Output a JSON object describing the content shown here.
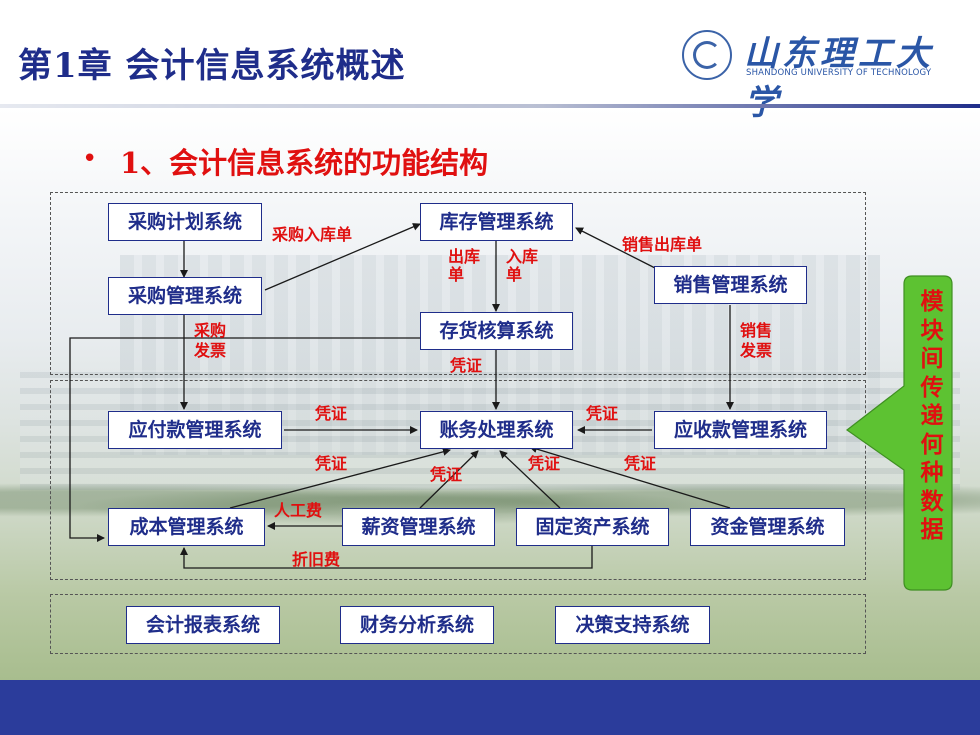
{
  "header": {
    "title": "第1章  会计信息系统概述",
    "logo_cn": "山东理工大学",
    "logo_en": "SHANDONG UNIVERSITY OF TECHNOLOGY"
  },
  "subtitle": {
    "bullet": "•",
    "text": "1、会计信息系统的功能结构"
  },
  "systems": {
    "purchase_plan": "采购计划系统",
    "inventory_mgmt": "库存管理系统",
    "purchase_mgmt": "采购管理系统",
    "sales_mgmt": "销售管理系统",
    "inventory_accounting": "存货核算系统",
    "payables": "应付款管理系统",
    "ledger": "账务处理系统",
    "receivables": "应收款管理系统",
    "cost_mgmt": "成本管理系统",
    "payroll": "薪资管理系统",
    "fixed_assets": "固定资产系统",
    "funds": "资金管理系统",
    "reports": "会计报表系统",
    "financial_analysis": "财务分析系统",
    "decision_support": "决策支持系统"
  },
  "labels": {
    "purchase_receipt": "采购入库单",
    "sales_delivery": "销售出库单",
    "out_receipt_1": "出库",
    "out_receipt_2": "单",
    "in_receipt_1": "入库",
    "in_receipt_2": "单",
    "purchase_invoice_1": "采购",
    "purchase_invoice_2": "发票",
    "sales_invoice_1": "销售",
    "sales_invoice_2": "发票",
    "voucher_inv": "凭证",
    "voucher_payables": "凭证",
    "voucher_receivables": "凭证",
    "voucher_cost": "凭证",
    "voucher_payroll": "凭证",
    "voucher_fixed": "凭证",
    "voucher_funds": "凭证",
    "labor_cost": "人工费",
    "depreciation": "折旧费"
  },
  "callout": {
    "text": "模块间传递何种数据"
  },
  "colors": {
    "title_blue": "#1f2d8a",
    "accent_red": "#e01010",
    "footer_blue": "#2b3c9b",
    "callout_green": "#5dc232"
  }
}
